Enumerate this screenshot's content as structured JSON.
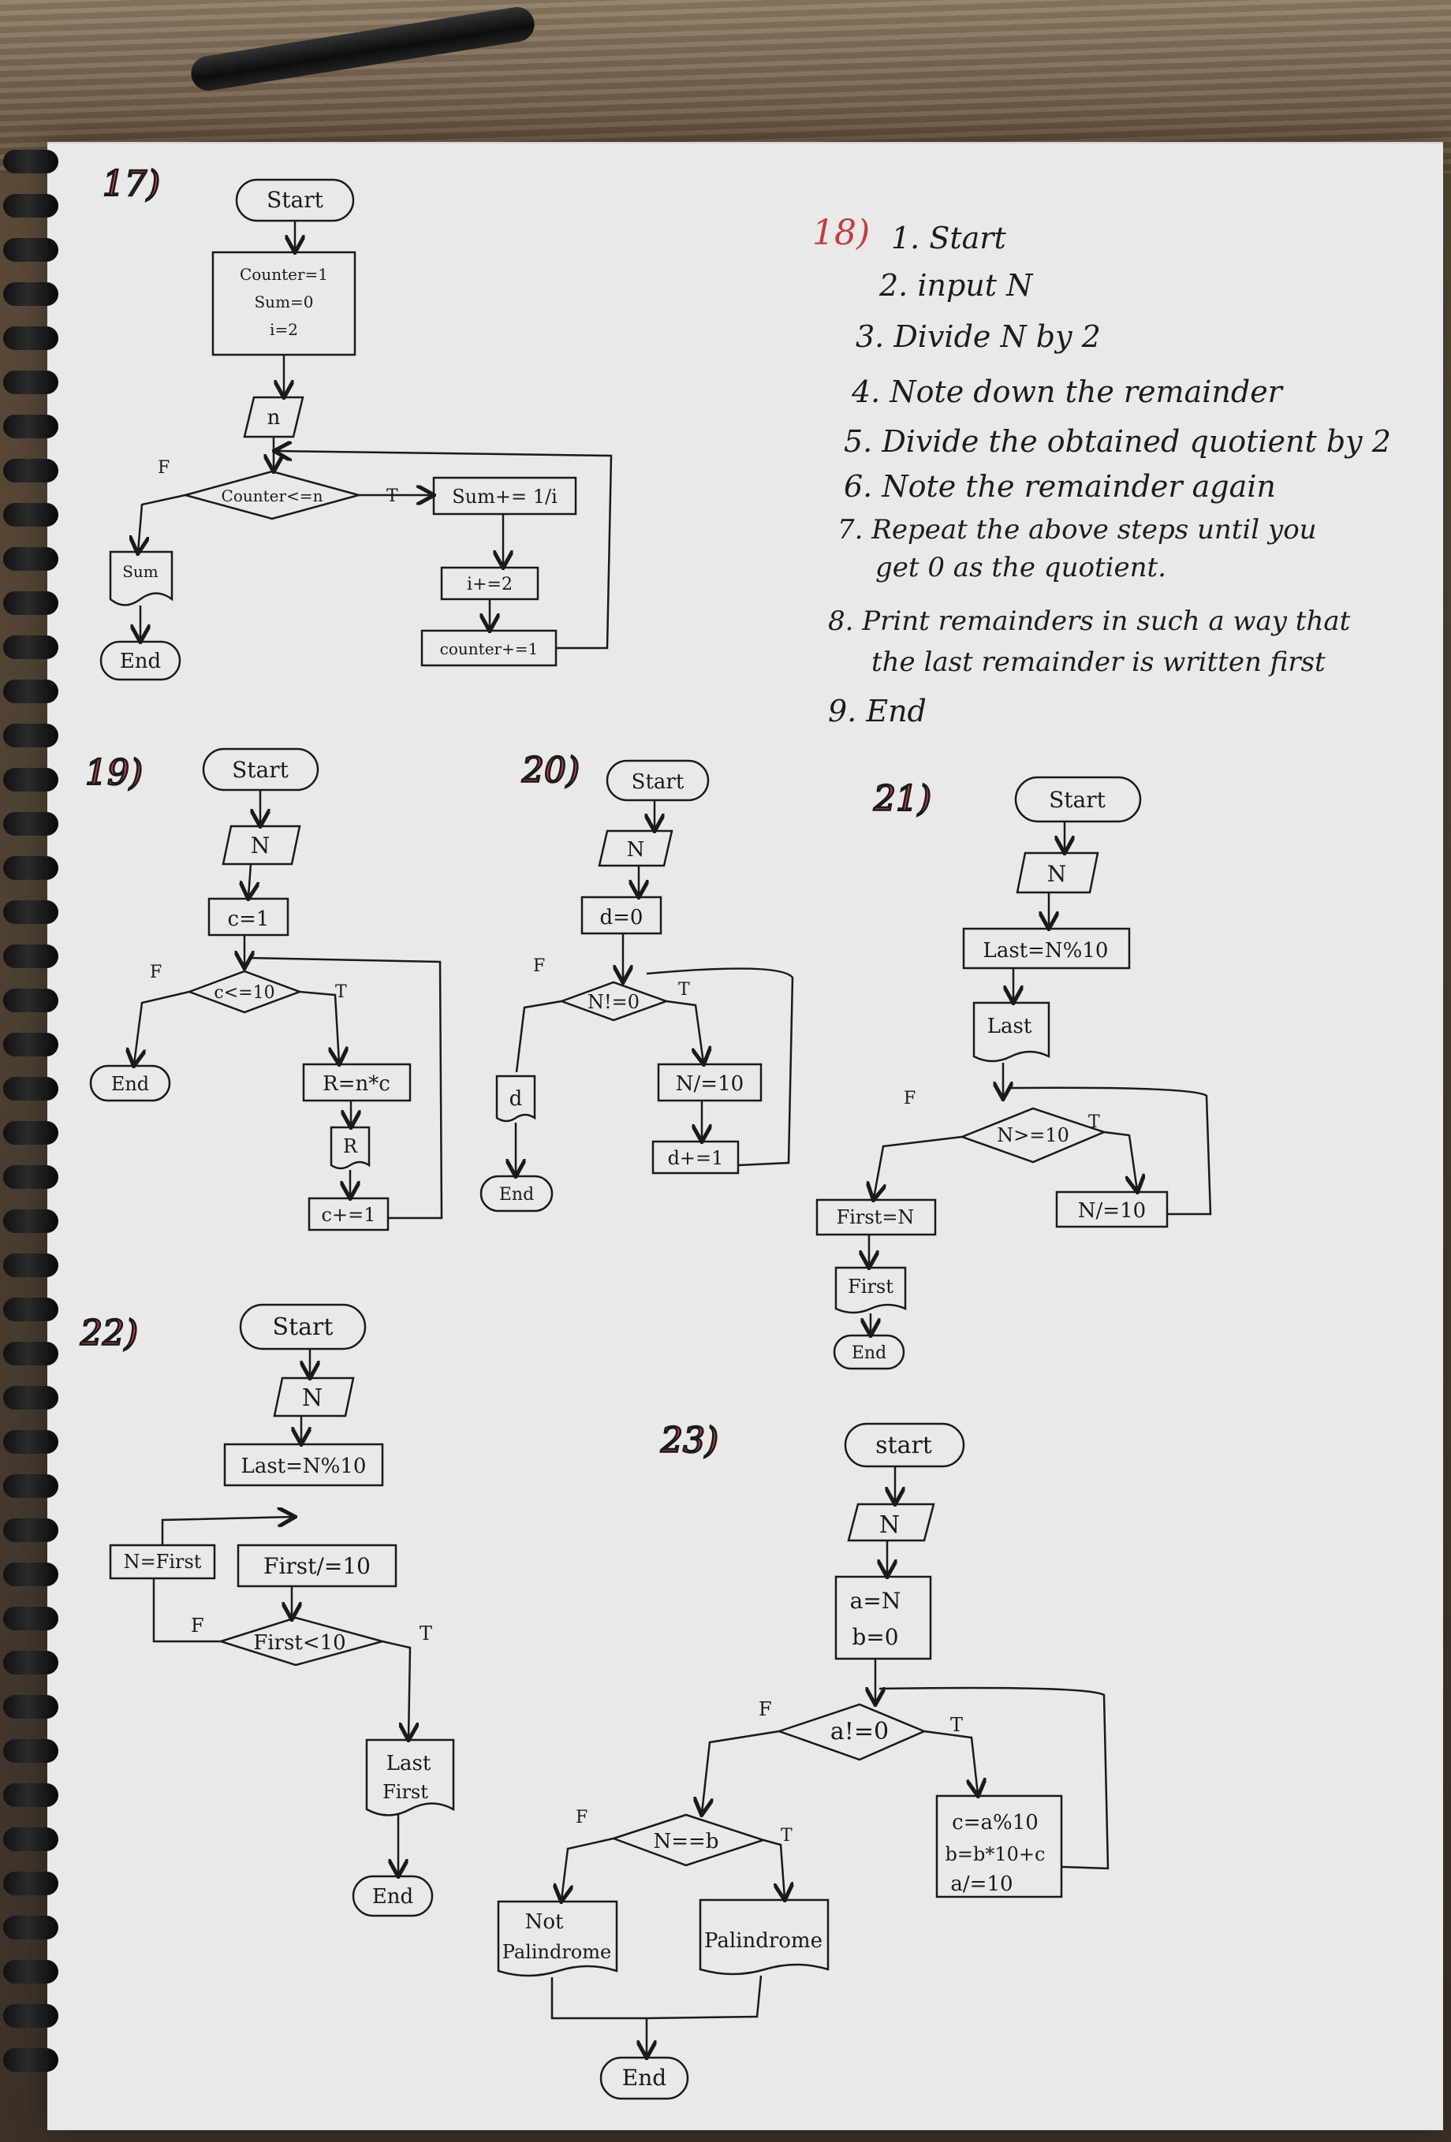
{
  "f17": {
    "num": "17)",
    "start": "Start",
    "init": [
      "Counter=1",
      "Sum=0",
      "i=2"
    ],
    "input": "n",
    "cond": "Counter<=n",
    "T": "T",
    "F": "F",
    "p1": "Sum+= 1/i",
    "p2": "i+=2",
    "p3": "counter+=1",
    "out": "Sum",
    "end": "End"
  },
  "f18": {
    "num": "18)",
    "steps": [
      "1. Start",
      "2. input N",
      "3. Divide N by 2",
      "4. Note down the remainder",
      "5. Divide the obtained quotient by 2",
      "6. Note the remainder again",
      "7. Repeat the above steps until you",
      "get 0 as the quotient.",
      "8. Print remainders in such a way that",
      "the last remainder is written first",
      "9. End"
    ]
  },
  "f19": {
    "num": "19)",
    "start": "Start",
    "input": "N",
    "init": "c=1",
    "cond": "c<=10",
    "T": "T",
    "F": "F",
    "p1": "R=n*c",
    "out": "R",
    "p2": "c+=1",
    "end": "End"
  },
  "f20": {
    "num": "20)",
    "start": "Start",
    "input": "N",
    "init": "d=0",
    "cond": "N!=0",
    "T": "T",
    "F": "F",
    "p1": "N/=10",
    "p2": "d+=1",
    "out": "d",
    "end": "End"
  },
  "f21": {
    "num": "21)",
    "start": "Start",
    "input": "N",
    "p0": "Last=N%10",
    "out0": "Last",
    "cond": "N>=10",
    "T": "T",
    "F": "F",
    "p1": "N/=10",
    "p2": "First=N",
    "out": "First",
    "end": "End"
  },
  "f22": {
    "num": "22)",
    "start": "Start",
    "input": "N",
    "p0": "Last=N%10",
    "p1": "First/=10",
    "p2": "N=First",
    "cond": "First<10",
    "T": "T",
    "F": "F",
    "out": [
      "Last",
      "First"
    ],
    "end": "End"
  },
  "f23": {
    "num": "23)",
    "start": "start",
    "input": "N",
    "init": [
      "a=N",
      "b=0"
    ],
    "cond": "a!=0",
    "T": "T",
    "F": "F",
    "p1": [
      "c=a%10",
      "b=b*10+c",
      "a/=10"
    ],
    "cond2": "N==b",
    "no": [
      "Not",
      "Palindrome"
    ],
    "yes": "Palindrome",
    "end": "End"
  }
}
